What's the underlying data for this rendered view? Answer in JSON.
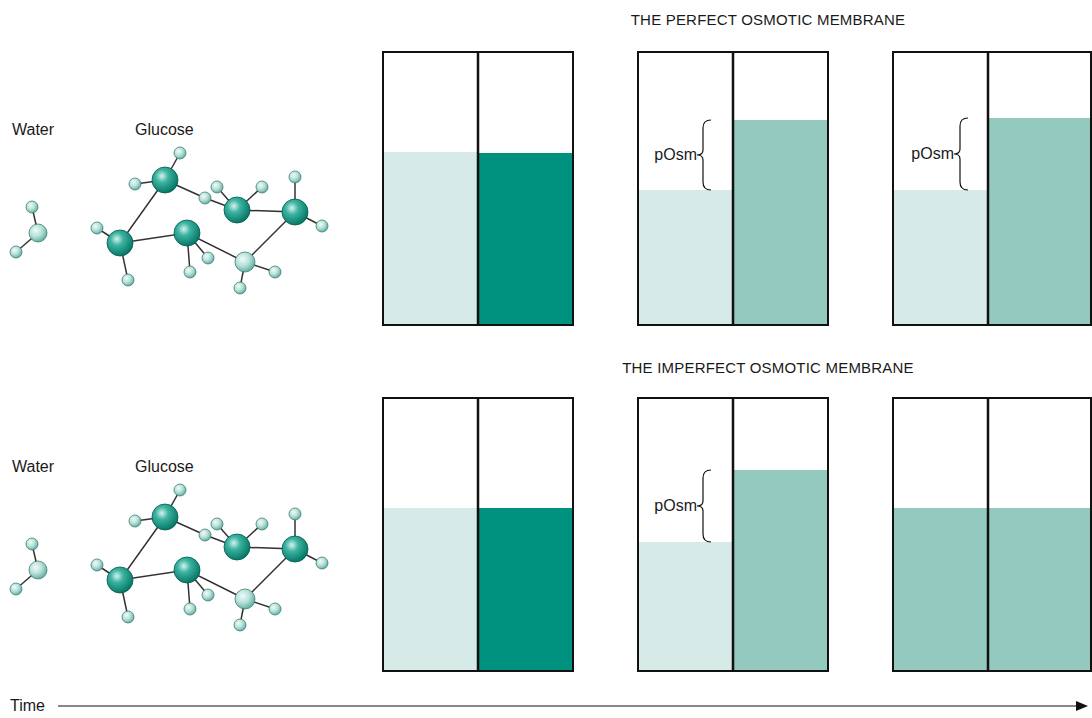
{
  "diagram": {
    "labels": [
      "THE PERFECT OSMOTIC MEMBRANE",
      "Water",
      "Glucose",
      "pOsm",
      "pOsm",
      "THE IMPERFECT OSMOTIC MEMBRANE",
      "Water",
      "Glucose",
      "pOsm",
      "Time"
    ]
  }
}
